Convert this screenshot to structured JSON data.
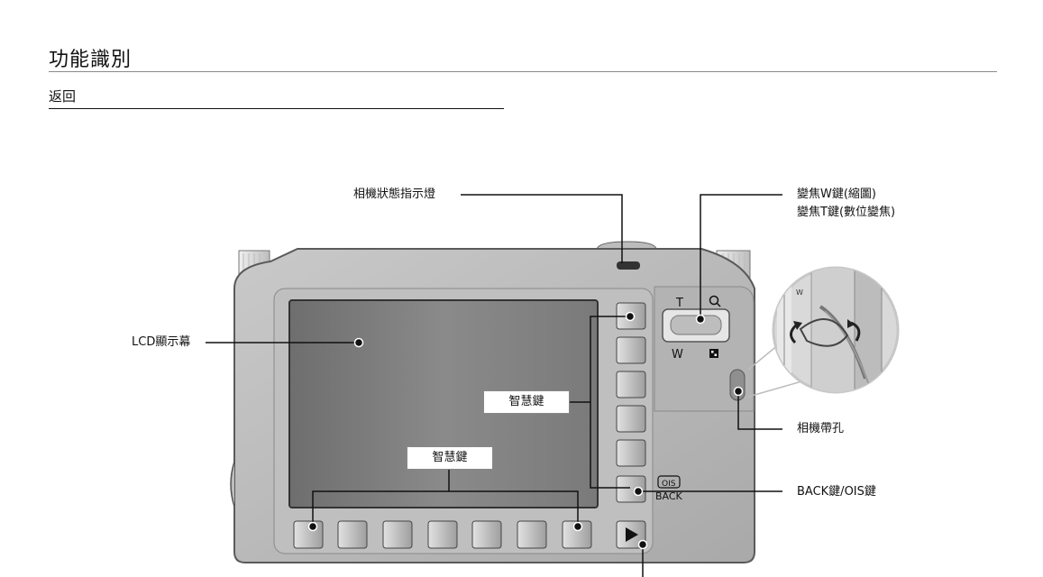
{
  "header": {
    "title": "功能識別",
    "back_link": "返回"
  },
  "diagram": {
    "labels": {
      "status_lamp": "相機狀態指示燈",
      "zoom_w": "變焦W鍵(縮圖)",
      "zoom_t": "變焦T鍵(數位變焦)",
      "lcd": "LCD顯示幕",
      "smart_key_right": "智慧鍵",
      "smart_key_bottom": "智慧鍵",
      "strap_eyelet": "相機帶孔",
      "back_ois": "BACK鍵/OIS鍵"
    },
    "zoom_lever_marks": {
      "t": "T",
      "w": "W"
    },
    "ois_button_text": {
      "ois": "OIS",
      "back": "BACK"
    },
    "strap_inset_mark": "W"
  }
}
